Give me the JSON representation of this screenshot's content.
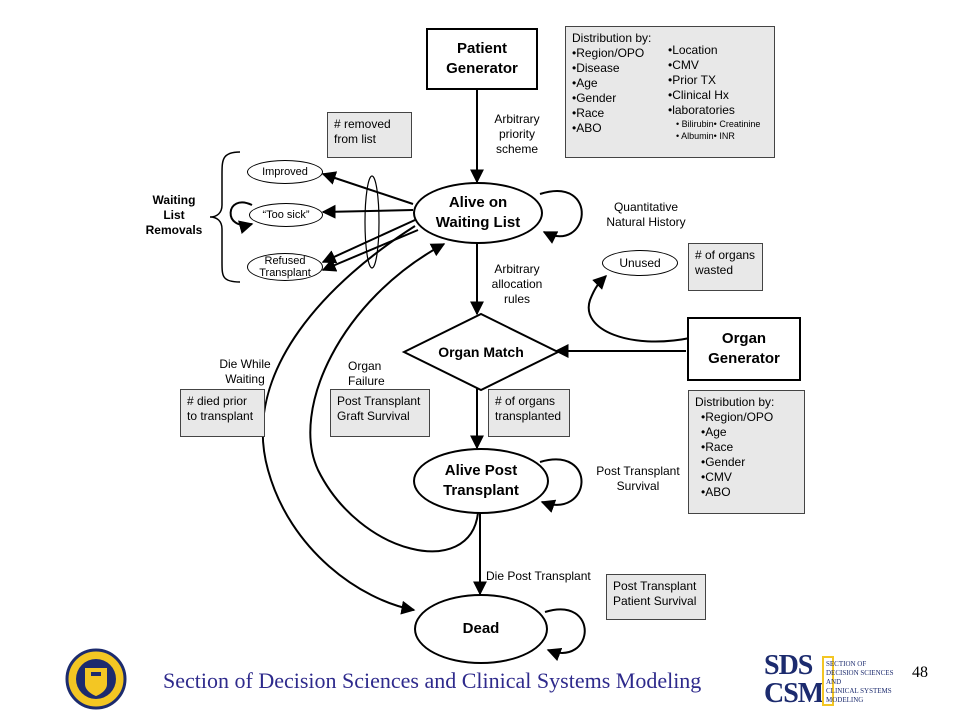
{
  "nodes": {
    "patient_generator": [
      "Patient",
      "Generator"
    ],
    "alive_waiting": [
      "Alive on",
      "Waiting List"
    ],
    "organ_match": "Organ Match",
    "organ_generator": [
      "Organ",
      "Generator"
    ],
    "alive_post": [
      "Alive Post",
      "Transplant"
    ],
    "dead": "Dead",
    "improved": "Improved",
    "too_sick": "“Too sick”",
    "refused": [
      "Refused",
      "Transplant"
    ],
    "unused": "Unused"
  },
  "waiting_removals": [
    "Waiting",
    "List",
    "Removals"
  ],
  "labels": {
    "arbitrary_priority": [
      "Arbitrary",
      "priority",
      "scheme"
    ],
    "quantitative_nh": [
      "Quantitative",
      "Natural History"
    ],
    "arbitrary_allocation": [
      "Arbitrary",
      "allocation",
      "rules"
    ],
    "die_while_waiting": [
      "Die While",
      "Waiting"
    ],
    "organ_failure": [
      "Organ",
      "Failure"
    ],
    "post_tx_survival": [
      "Post Transplant",
      "Survival"
    ],
    "die_post_tx": "Die Post Transplant"
  },
  "notes": {
    "patient_dist": {
      "title": "Distribution by:",
      "col1": [
        "Region/OPO",
        "Disease",
        "Age",
        "Gender",
        "Race",
        "ABO"
      ],
      "col2_head": "•Location",
      "col2": [
        "CMV",
        "Prior TX",
        "Clinical Hx",
        "laboratories"
      ],
      "labs": [
        "Bilirubin",
        "Creatinine",
        "Albumin",
        "INR"
      ]
    },
    "removed": [
      "# removed",
      "from list"
    ],
    "organs_wasted": [
      "# of organs",
      "wasted"
    ],
    "died_prior": [
      "# died prior",
      "to transplant"
    ],
    "graft_survival": [
      "Post Transplant",
      "Graft Survival"
    ],
    "organs_transplanted": [
      "# of organs",
      "transplanted"
    ],
    "organ_dist": {
      "title": "Distribution by:",
      "items": [
        "Region/OPO",
        "Age",
        "Race",
        "Gender",
        "CMV",
        "ABO"
      ]
    },
    "patient_survival": [
      "Post Transplant",
      "Patient Survival"
    ]
  },
  "footer": {
    "title": "Section of Decision Sciences and Clinical Systems Modeling",
    "page": "48",
    "logo_text": [
      "SDS",
      "CSM"
    ],
    "logo_words": [
      "SECTION OF",
      "DECISION SCIENCES",
      "AND",
      "CLINICAL SYSTEMS",
      "MODELING"
    ]
  }
}
